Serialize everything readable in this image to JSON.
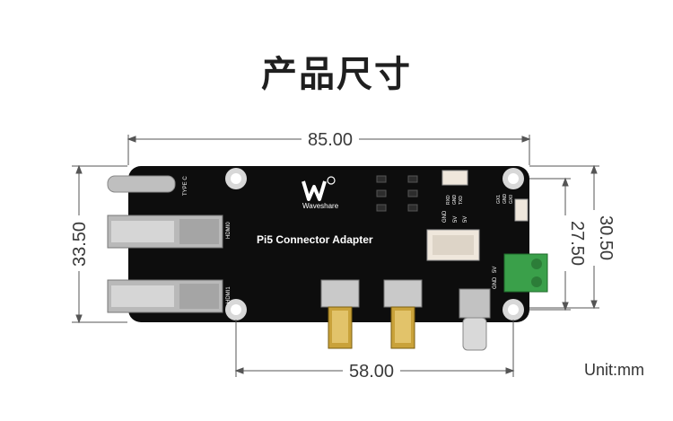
{
  "page_title": "产品尺寸",
  "dimensions": {
    "width_total": "85.00",
    "width_holes": "58.00",
    "height_total": "33.50",
    "height_right_outer": "30.50",
    "height_right_inner": "27.50"
  },
  "unit": "Unit:mm",
  "board": {
    "name": "Pi5 Connector Adapter",
    "brand": "Waveshare",
    "labels": {
      "type_c": "TYPE C",
      "hdmi0": "HDMI0",
      "hdmi1": "HDMI1",
      "gnd_a": "GND",
      "v5_a": "5V",
      "v5_b": "5V",
      "gnd_b": "GND",
      "v5_c": "5V",
      "rxd": "RXD",
      "gnd_c": "GND",
      "txd": "TXD",
      "gx1": "GX1",
      "gnd_d": "GND",
      "gx0": "GX0"
    }
  }
}
